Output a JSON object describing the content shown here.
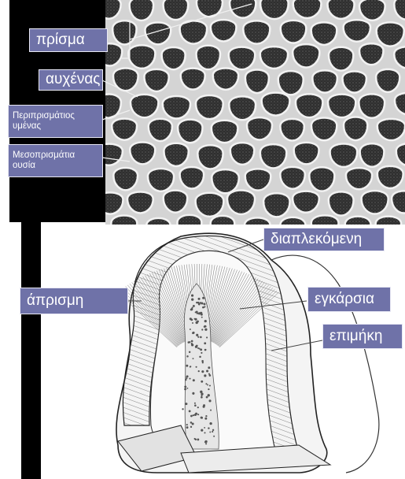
{
  "labels": {
    "prisma": "πρίσμα",
    "auxenas": "αυχένας",
    "peripris": "Περιπρισμάτιος υμένας",
    "mesopris": "Μεσοπρισμάτια ουσία",
    "diaplekomeni": "διαπλεκόμενη",
    "aprismi": "άπρισμη",
    "egkarsia": "εγκάρσια",
    "epimiki": "επιμήκη"
  },
  "colors": {
    "label_bg": "#6f72a8",
    "label_text": "#ffffff",
    "side_bar": "#000000",
    "micrograph_bg": "#4a4a4a",
    "micrograph_rod": "#2e2e2e",
    "micrograph_wall": "#d9d9d9"
  },
  "images": {
    "micrograph": "enamel-prisms-sem-micrograph",
    "drawing": "tooth-crown-enamel-cross-section-drawing"
  }
}
